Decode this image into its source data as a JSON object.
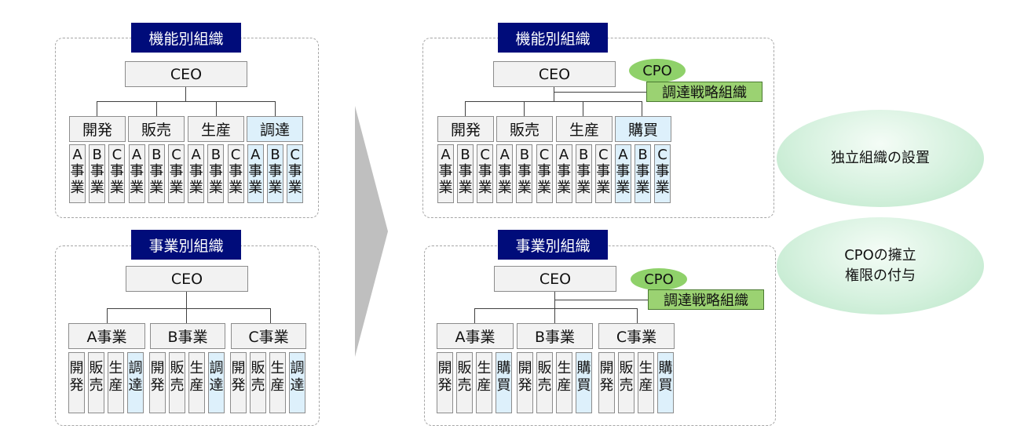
{
  "left_top": {
    "title": "機能別組織",
    "ceo": "CEO",
    "depts": [
      "開発",
      "販売",
      "生産",
      "調達"
    ],
    "units": [
      "A事業",
      "B事業",
      "C事業"
    ]
  },
  "left_bottom": {
    "title": "事業別組織",
    "ceo": "CEO",
    "businesses": [
      "A事業",
      "B事業",
      "C事業"
    ],
    "functions": [
      "開発",
      "販売",
      "生産",
      "調達"
    ]
  },
  "right_top": {
    "title": "機能別組織",
    "ceo": "CEO",
    "cpo": "CPO",
    "strategy": "調達戦略組織",
    "depts": [
      "開発",
      "販売",
      "生産",
      "購買"
    ],
    "units": [
      "A事業",
      "B事業",
      "C事業"
    ]
  },
  "right_bottom": {
    "title": "事業別組織",
    "ceo": "CEO",
    "cpo": "CPO",
    "strategy": "調達戦略組織",
    "businesses": [
      "A事業",
      "B事業",
      "C事業"
    ],
    "functions": [
      "開発",
      "販売",
      "生産",
      "購買"
    ]
  },
  "bubbles": {
    "independent": "独立組織の設置",
    "cpo_line1": "CPOの擁立",
    "cpo_line2": "権限の付与"
  },
  "colors": {
    "title_bg": "#000c7a",
    "box_bg": "#f2f2f2",
    "highlight_bg": "#ddf0fb",
    "cpo_green": "#8fd16a",
    "strategy_green": "#9bd272",
    "arrow_gray": "#bfbfbf"
  }
}
